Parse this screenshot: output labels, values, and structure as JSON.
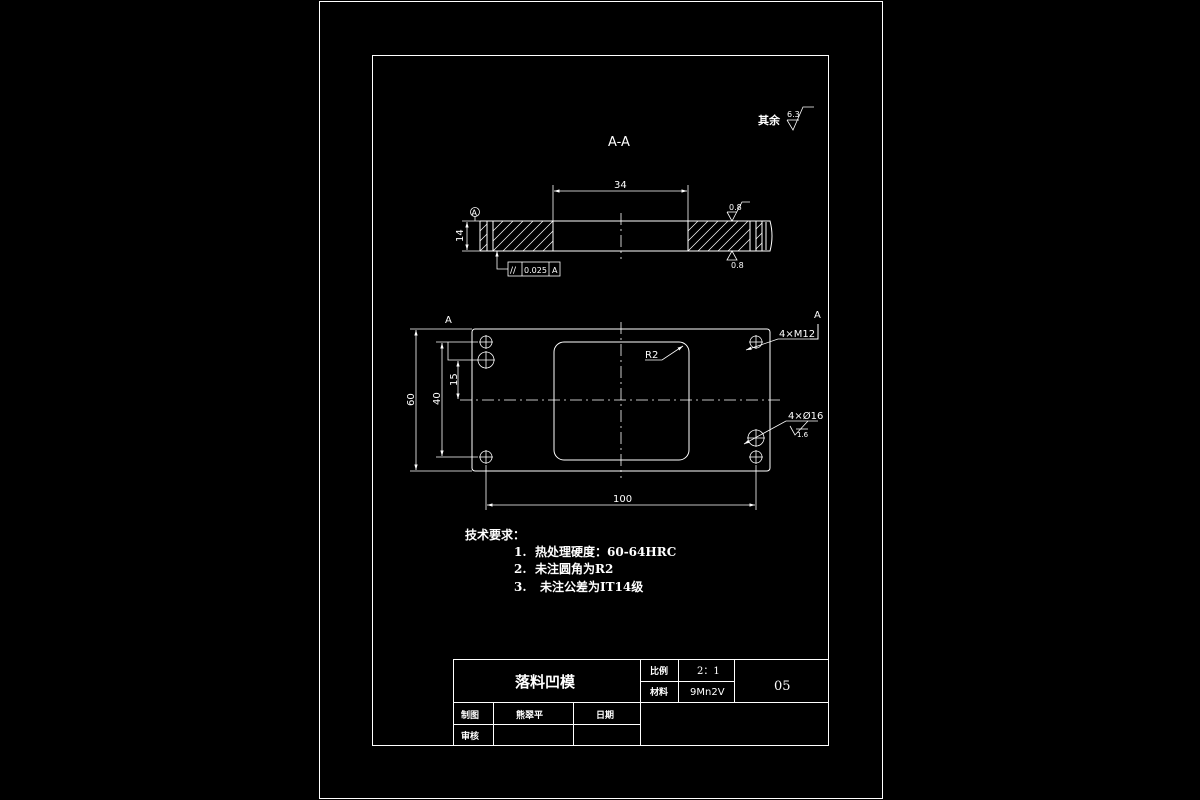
{
  "section_label": "A-A",
  "surface_finish": {
    "label": "其余",
    "general_value": "6.3",
    "top_value": "0.8",
    "bottom_value": "0.8",
    "hole_value": "1.6"
  },
  "section_view": {
    "dim_top": "34",
    "dim_thickness": "14",
    "datum_circle": "A",
    "tolerance_symbol": "//",
    "tolerance_value": "0.025",
    "tolerance_datum": "A"
  },
  "plan_view": {
    "label_a_left": "A",
    "label_a_right": "A",
    "radius": "R2",
    "threaded_holes": "4×M12",
    "through_holes": "4×Ø16",
    "dim_height": "60",
    "dim_hole_spacing": "40",
    "dim_offset": "15",
    "dim_length": "100"
  },
  "tech_requirements": {
    "heading": "技术要求：",
    "items": [
      {
        "num": "1.",
        "text": "热处理硬度：60-64HRC"
      },
      {
        "num": "2.",
        "text": "未注圆角为R2"
      },
      {
        "num": "3.",
        "text": "未注公差为IT14级"
      }
    ]
  },
  "title_block": {
    "part_name": "落料凹模",
    "scale_label": "比例",
    "scale_value": "2：1",
    "material_label": "材料",
    "material_value": "9Mn2V",
    "drawing_number": "05",
    "drawn_label": "制图",
    "drawn_name": "熊翠平",
    "date_label": "日期",
    "checked_label": "审核"
  }
}
